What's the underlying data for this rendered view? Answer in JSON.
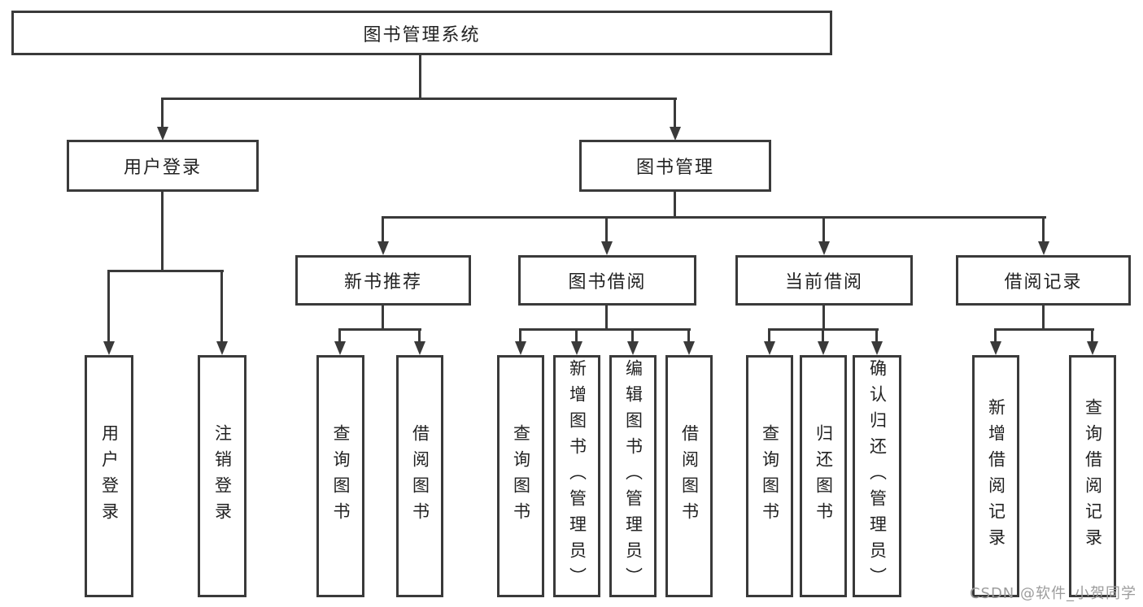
{
  "diagram": {
    "root": {
      "label": "图书管理系统"
    },
    "level2": [
      {
        "label": "用户登录",
        "children": [
          {
            "label": "用户登录"
          },
          {
            "label": "注销登录"
          }
        ]
      },
      {
        "label": "图书管理",
        "children": [
          {
            "label": "新书推荐",
            "children": [
              {
                "label": "查询图书"
              },
              {
                "label": "借阅图书"
              }
            ]
          },
          {
            "label": "图书借阅",
            "children": [
              {
                "label": "查询图书"
              },
              {
                "label": "新增图书（管理员）"
              },
              {
                "label": "编辑图书（管理员）"
              },
              {
                "label": "借阅图书"
              }
            ]
          },
          {
            "label": "当前借阅",
            "children": [
              {
                "label": "查询图书"
              },
              {
                "label": "归还图书"
              },
              {
                "label": "确认归还（管理员）"
              }
            ]
          },
          {
            "label": "借阅记录",
            "children": [
              {
                "label": "新增借阅记录"
              },
              {
                "label": "查询借阅记录"
              }
            ]
          }
        ]
      }
    ]
  },
  "watermark": {
    "text": "CSDN @软件_小贺同学"
  },
  "colors": {
    "line": "#3a3a3a",
    "text": "#222222",
    "watermark": "#9c9c9c",
    "bg": "#ffffff"
  }
}
